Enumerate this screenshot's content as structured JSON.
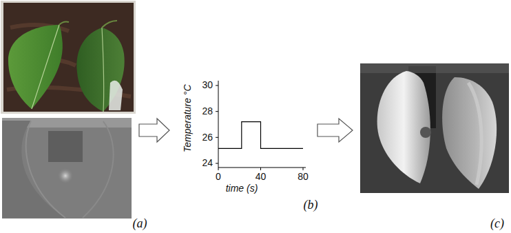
{
  "diagram": {
    "labels": [
      "30",
      "28",
      "26",
      "24",
      "Temperature °C",
      "0",
      "40",
      "80",
      "time (s)",
      "(a)",
      "(b)",
      "(c)"
    ]
  }
}
